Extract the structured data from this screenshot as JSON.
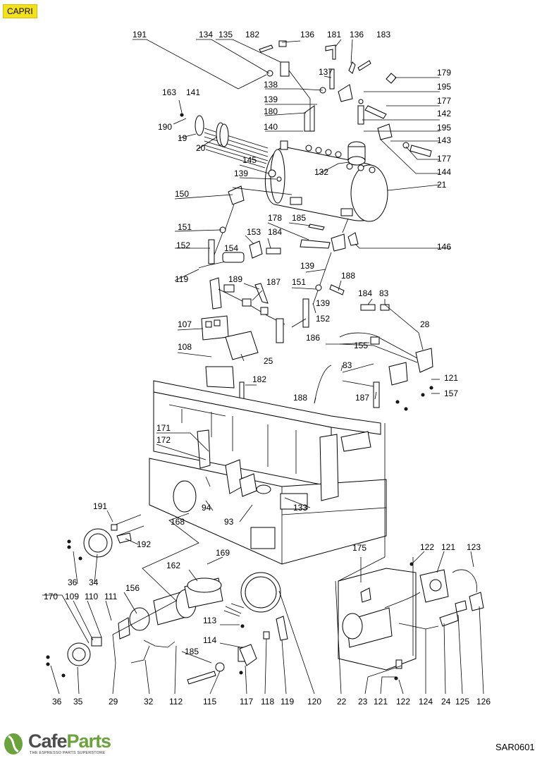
{
  "header": {
    "model": "CAPRI"
  },
  "footer": {
    "brand_cafe": "Cafe",
    "brand_parts": "Parts",
    "tagline": "THE ESPRESSO PARTS SUPERSTORE",
    "diagram_code": "SAR0601"
  },
  "colors": {
    "title_bg": "#f5e11a",
    "brand_green": "#6aa33a",
    "brand_gray": "#4c4c4c"
  },
  "labels": [
    "191",
    "134",
    "135",
    "182",
    "136",
    "181",
    "136",
    "183",
    "137",
    "179",
    "138",
    "195",
    "163",
    "141",
    "139",
    "177",
    "180",
    "142",
    "190",
    "19",
    "20",
    "140",
    "195",
    "143",
    "145",
    "132",
    "177",
    "139",
    "144",
    "21",
    "150",
    "178",
    "185",
    "151",
    "153",
    "184",
    "152",
    "154",
    "146",
    "119",
    "139",
    "188",
    "189",
    "187",
    "151",
    "184",
    "83",
    "139",
    "107",
    "152",
    "28",
    "186",
    "155",
    "108",
    "25",
    "83",
    "121",
    "182",
    "188",
    "187",
    "157",
    "171",
    "172",
    "133",
    "94",
    "168",
    "93",
    "191",
    "192",
    "175",
    "122",
    "121",
    "123",
    "36",
    "34",
    "162",
    "169",
    "156",
    "170",
    "109",
    "110",
    "111",
    "113",
    "114",
    "185",
    "36",
    "35",
    "29",
    "32",
    "112",
    "115",
    "117",
    "118",
    "119",
    "120",
    "22",
    "23",
    "121",
    "122",
    "124",
    "24",
    "125",
    "126"
  ]
}
